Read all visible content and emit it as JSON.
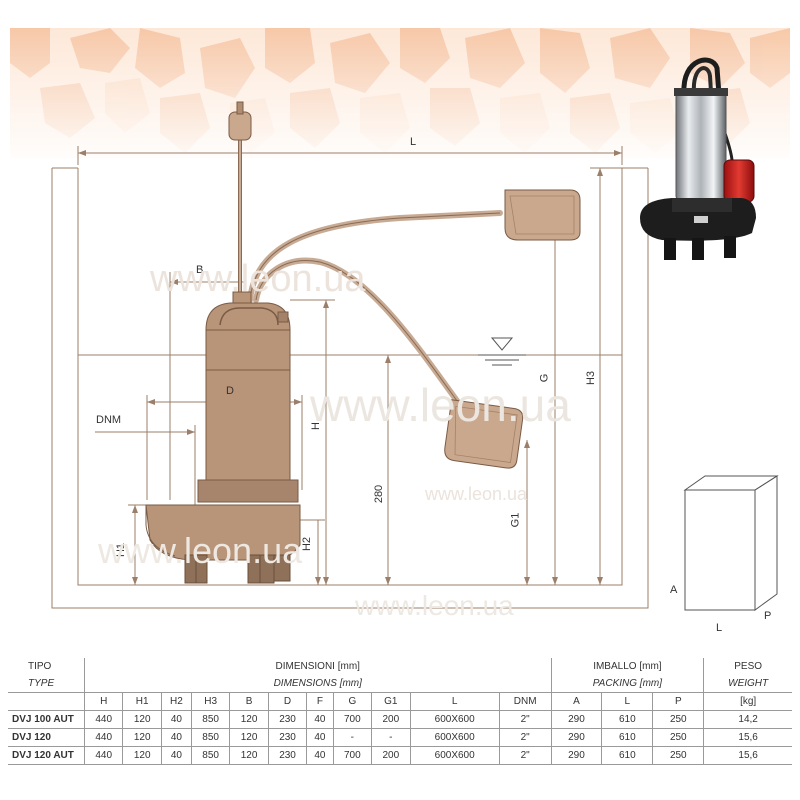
{
  "drawing": {
    "labels": {
      "L": "L",
      "B": "B",
      "D": "D",
      "DNM": "DNM",
      "H": "H",
      "H1": "H1",
      "H2": "H2",
      "H3": "H3",
      "G": "G",
      "G1": "G1",
      "dim280": "280"
    },
    "watermarks": [
      "www.leon.ua",
      "www.leon.ua",
      "www.leon.ua",
      "www.leon.ua",
      "www.leon.ua"
    ]
  },
  "packing_box": {
    "A": "A",
    "L": "L",
    "P": "P"
  },
  "table": {
    "tipo": "TIPO",
    "type": "TYPE",
    "dimensioni": "DIMENSIONI [mm]",
    "dimensions": "DIMENSIONS [mm]",
    "imballo": "IMBALLO [mm]",
    "packing": "PACKING [mm]",
    "peso": "PESO",
    "weight": "WEIGHT",
    "columns": [
      "H",
      "H1",
      "H2",
      "H3",
      "B",
      "D",
      "F",
      "G",
      "G1",
      "L",
      "DNM",
      "A",
      "L",
      "P",
      "[kg]"
    ],
    "rows": [
      {
        "name": "DVJ 100 AUT",
        "values": [
          "440",
          "120",
          "40",
          "850",
          "120",
          "230",
          "40",
          "700",
          "200",
          "600X600",
          "2\"",
          "290",
          "610",
          "250",
          "14,2"
        ]
      },
      {
        "name": "DVJ 120",
        "values": [
          "440",
          "120",
          "40",
          "850",
          "120",
          "230",
          "40",
          "-",
          "-",
          "600X600",
          "2\"",
          "290",
          "610",
          "250",
          "15,6"
        ]
      },
      {
        "name": "DVJ 120 AUT",
        "values": [
          "440",
          "120",
          "40",
          "850",
          "120",
          "230",
          "40",
          "700",
          "200",
          "600X600",
          "2\"",
          "290",
          "610",
          "250",
          "15,6"
        ]
      }
    ]
  },
  "colors": {
    "line": "#9b7f6a",
    "pump": "#b89478",
    "pump_dark": "#8a6a52",
    "banner_a": "#f9c9a6",
    "banner_b": "#fde6d3"
  }
}
